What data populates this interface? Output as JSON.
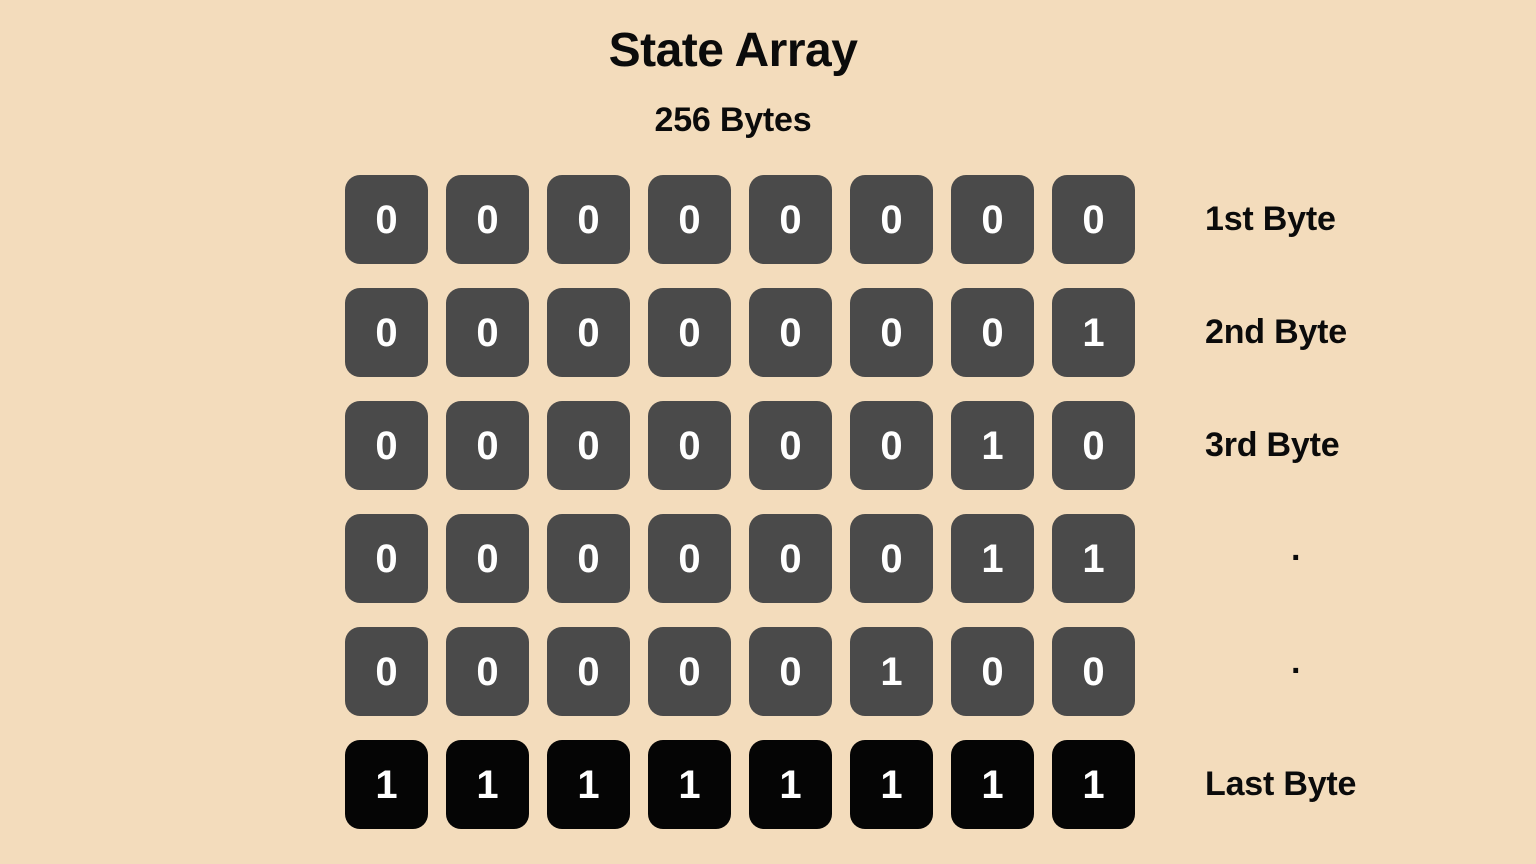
{
  "header": {
    "title": "State Array",
    "subtitle": "256 Bytes"
  },
  "colors": {
    "background": "#f3dcbc",
    "cell_default": "#4a4a4a",
    "cell_emphasis": "#050505",
    "cell_text": "#ffffff",
    "heading_text": "#0b0b0b"
  },
  "grid": {
    "bits_per_byte": 8,
    "rows": [
      {
        "label": "1st Byte",
        "label_kind": "text",
        "emphasis": false,
        "bits": [
          "0",
          "0",
          "0",
          "0",
          "0",
          "0",
          "0",
          "0"
        ]
      },
      {
        "label": "2nd Byte",
        "label_kind": "text",
        "emphasis": false,
        "bits": [
          "0",
          "0",
          "0",
          "0",
          "0",
          "0",
          "0",
          "1"
        ]
      },
      {
        "label": "3rd Byte",
        "label_kind": "text",
        "emphasis": false,
        "bits": [
          "0",
          "0",
          "0",
          "0",
          "0",
          "0",
          "1",
          "0"
        ]
      },
      {
        "label": "·",
        "label_kind": "dot",
        "emphasis": false,
        "bits": [
          "0",
          "0",
          "0",
          "0",
          "0",
          "0",
          "1",
          "1"
        ]
      },
      {
        "label": "·",
        "label_kind": "dot",
        "emphasis": false,
        "bits": [
          "0",
          "0",
          "0",
          "0",
          "0",
          "1",
          "0",
          "0"
        ]
      },
      {
        "label": "Last Byte",
        "label_kind": "text",
        "emphasis": true,
        "bits": [
          "1",
          "1",
          "1",
          "1",
          "1",
          "1",
          "1",
          "1"
        ]
      }
    ]
  }
}
